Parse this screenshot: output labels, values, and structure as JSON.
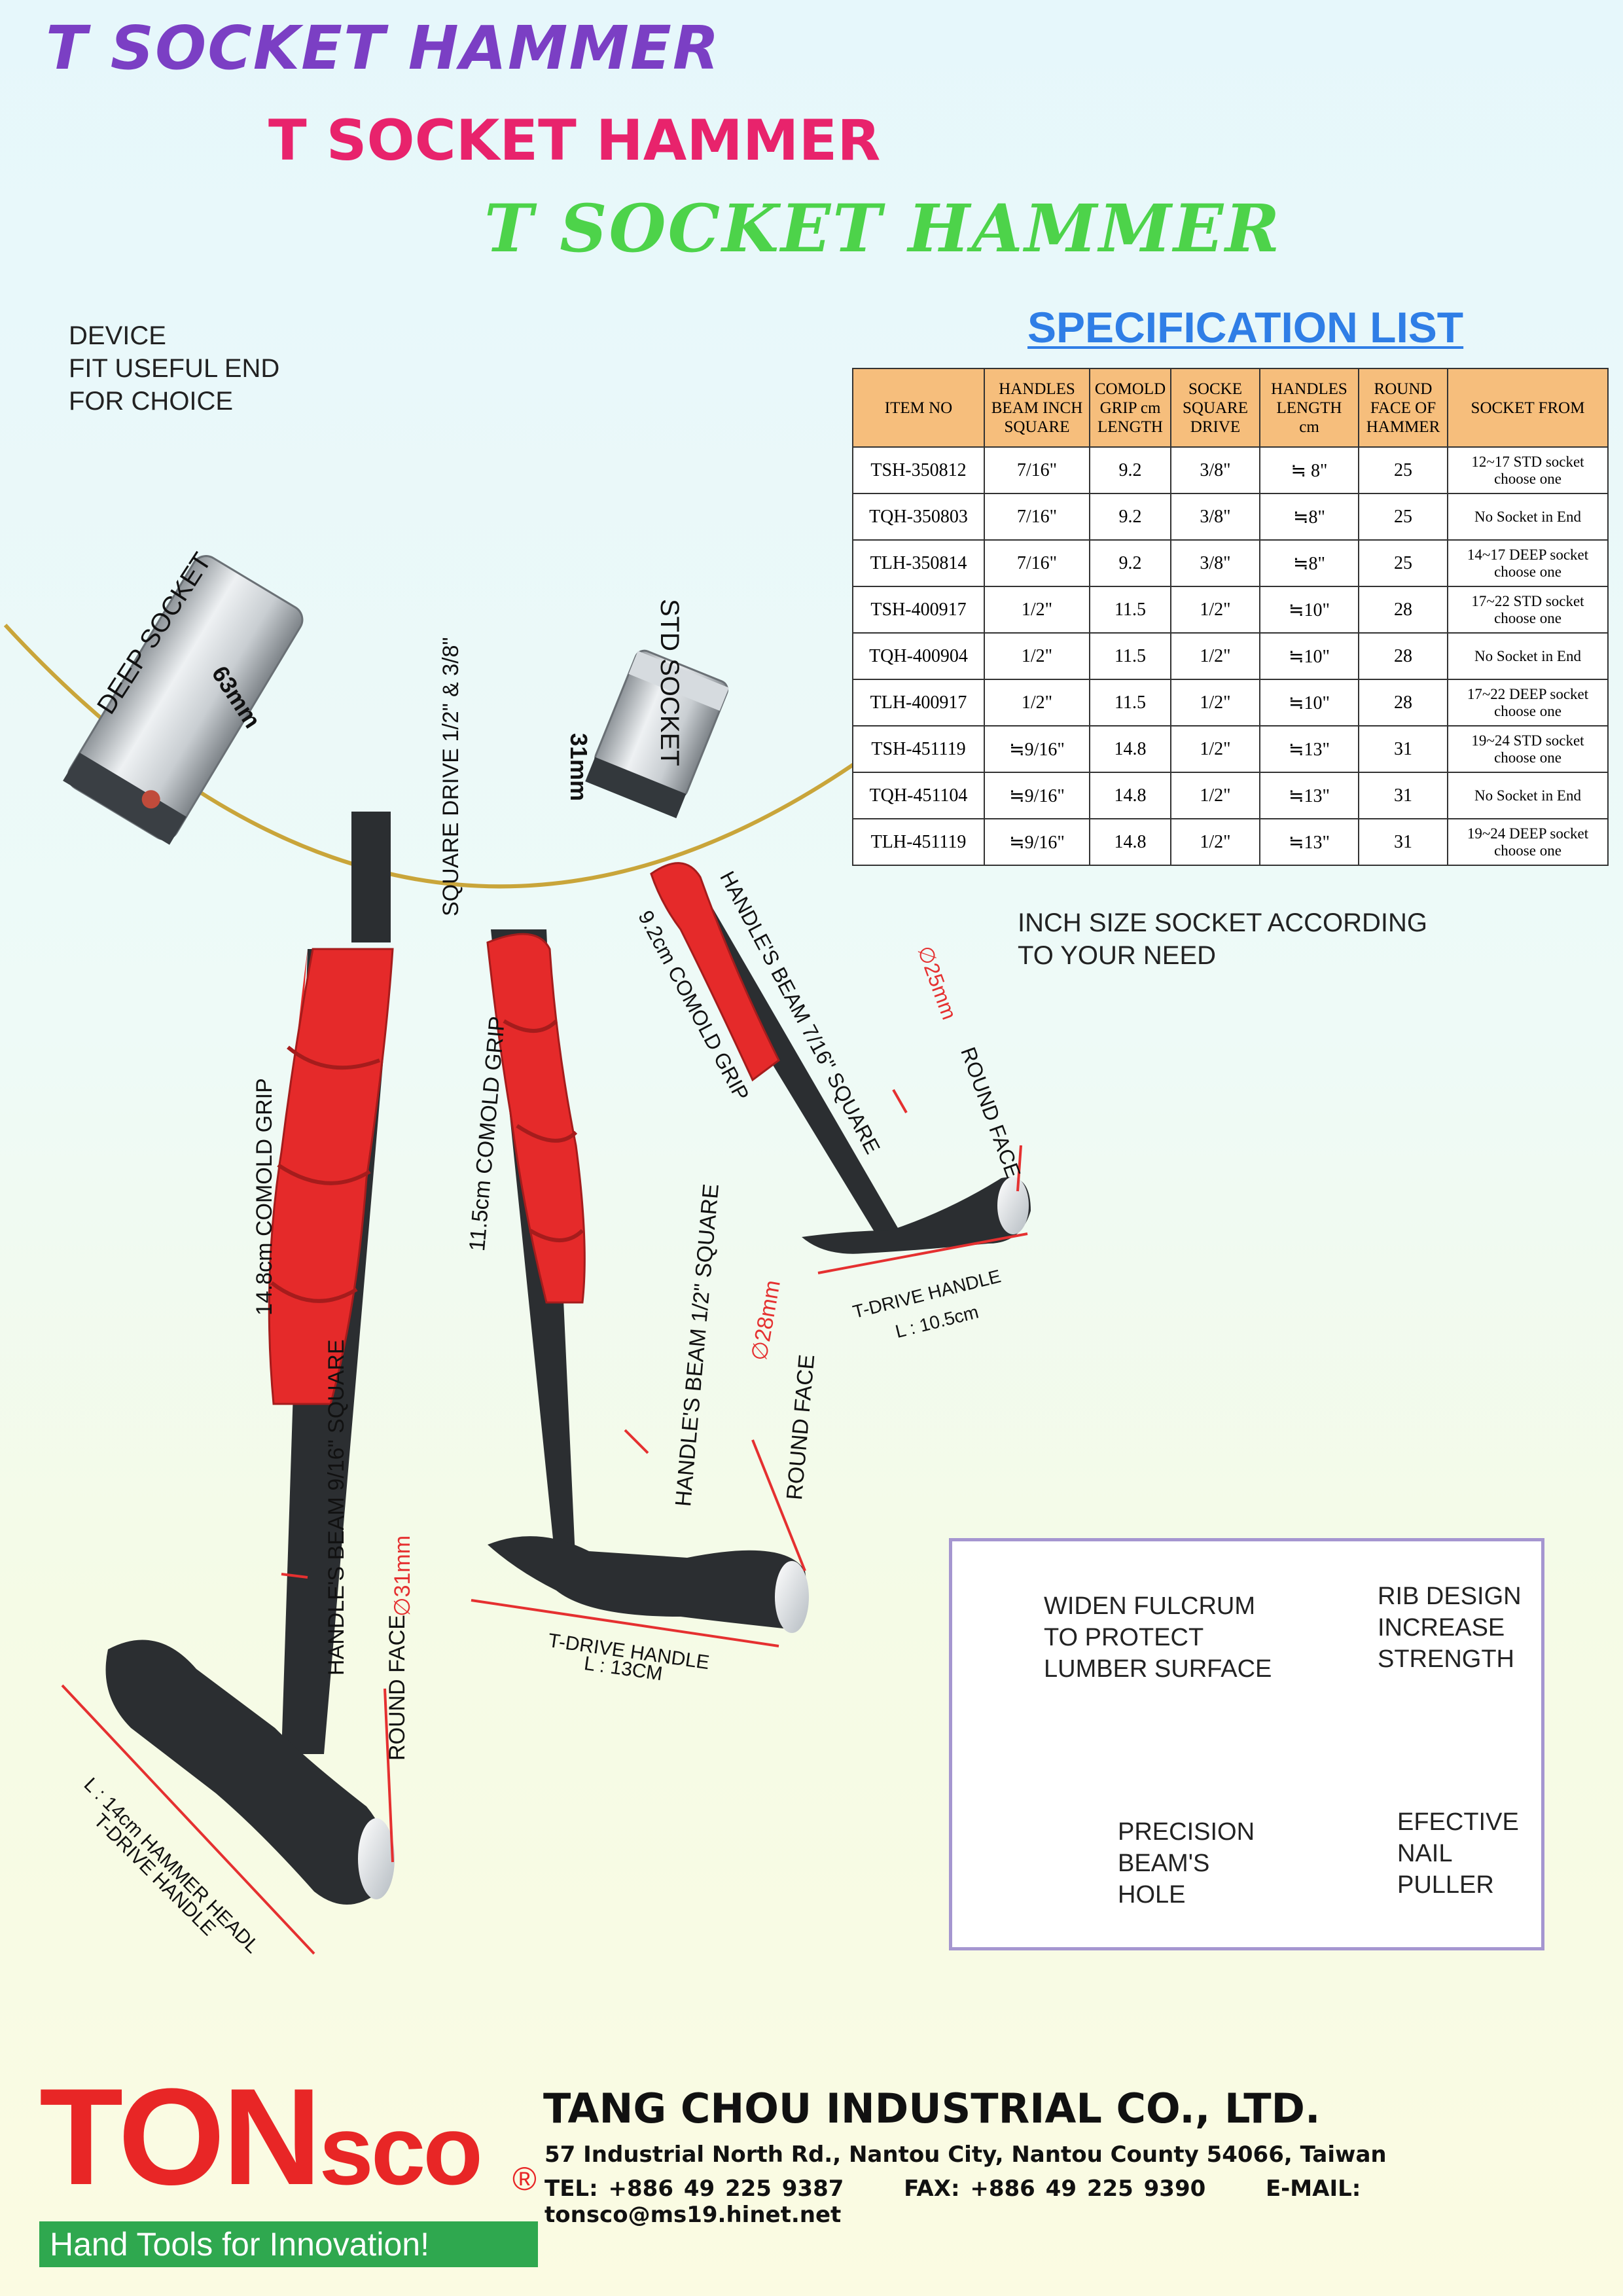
{
  "titles": [
    "T SOCKET HAMMER",
    "T SOCKET HAMMER",
    "T SOCKET HAMMER"
  ],
  "device_note": [
    "DEVICE",
    "FIT USEFUL END",
    "FOR CHOICE"
  ],
  "spec": {
    "title": "SPECIFICATION LIST",
    "headers": [
      [
        "ITEM NO"
      ],
      [
        "HANDLES",
        "BEAM INCH",
        "SQUARE"
      ],
      [
        "COMOLD",
        "GRIP cm",
        "LENGTH"
      ],
      [
        "SOCKE",
        "SQUARE",
        "DRIVE"
      ],
      [
        "HANDLES",
        "LENGTH",
        "cm"
      ],
      [
        "ROUND",
        "FACE OF",
        "HAMMER"
      ],
      [
        "SOCKET   FROM"
      ]
    ],
    "rows": [
      [
        "TSH-350812",
        "7/16\"",
        "9.2",
        "3/8\"",
        "≒ 8\"",
        "25",
        "12~17 STD socket choose one"
      ],
      [
        "TQH-350803",
        "7/16\"",
        "9.2",
        "3/8\"",
        "≒8\"",
        "25",
        "No Socket in End"
      ],
      [
        "TLH-350814",
        "7/16\"",
        "9.2",
        "3/8\"",
        "≒8\"",
        "25",
        "14~17 DEEP socket choose one"
      ],
      [
        "TSH-400917",
        "1/2\"",
        "11.5",
        "1/2\"",
        "≒10\"",
        "28",
        "17~22 STD socket choose one"
      ],
      [
        "TQH-400904",
        "1/2\"",
        "11.5",
        "1/2\"",
        "≒10\"",
        "28",
        "No Socket in End"
      ],
      [
        "TLH-400917",
        "1/2\"",
        "11.5",
        "1/2\"",
        "≒10\"",
        "28",
        "17~22 DEEP socket choose one"
      ],
      [
        "TSH-451119",
        "≒9/16\"",
        "14.8",
        "1/2\"",
        "≒13\"",
        "31",
        "19~24 STD socket choose one"
      ],
      [
        "TQH-451104",
        "≒9/16\"",
        "14.8",
        "1/2\"",
        "≒13\"",
        "31",
        "No Socket in End"
      ],
      [
        "TLH-451119",
        "≒9/16\"",
        "14.8",
        "1/2\"",
        "≒13\"",
        "31",
        "19~24 DEEP socket choose one"
      ]
    ],
    "note": [
      "INCH SIZE SOCKET ACCORDING",
      "TO YOUR NEED"
    ]
  },
  "sockets": {
    "deep": "DEEP SOCKET",
    "deep_len": "63mm",
    "drive": "SQUARE DRIVE 1/2\" & 3/8\"",
    "std": "STD SOCKET",
    "std_len": "31mm"
  },
  "hammer_large": {
    "grip": "14.8cm COMOLD GRIP",
    "beam": "HANDLE'S BEAM 9/16\" SQUARE",
    "face_label": "ROUND FACE",
    "face_size": "∅31mm",
    "head_length": "L : 14cm HAMMER HEADL",
    "head_sub": "T-DRIVE HANDLE"
  },
  "hammer_medium": {
    "grip": "11.5cm COMOLD GRIP",
    "beam": "HANDLE'S BEAM 1/2\" SQUARE",
    "face_label": "ROUND FACE",
    "face_size": "∅28mm",
    "handle": "T-DRIVE HANDLE",
    "length": "L : 13CM"
  },
  "hammer_small": {
    "grip": "9.2cm COMOLD GRIP",
    "beam": "HANDLE'S BEAM 7/16\" SQUARE",
    "face_label": "ROUND FACE",
    "face_size": "∅25mm",
    "handle": "T-DRIVE HANDLE",
    "length": "L : 10.5cm"
  },
  "inset": {
    "fulcrum": [
      "WIDEN FULCRUM",
      "TO PROTECT",
      "LUMBER SURFACE"
    ],
    "rib": [
      "RIB DESIGN",
      "INCREASE",
      "STRENGTH"
    ],
    "hole": [
      "PRECISION",
      "BEAM'S",
      "HOLE"
    ],
    "puller": [
      "EFECTIVE",
      "NAIL",
      "PULLER"
    ]
  },
  "footer": {
    "brand_a": "TON",
    "brand_b": "sco",
    "reg": "®",
    "tagline": "Hand Tools for Innovation!",
    "company": "TANG CHOU INDUSTRIAL CO., LTD.",
    "address": "57  Industrial North Rd., Nantou City, Nantou County 54066, Taiwan",
    "tel": "TEL: +886 49 225 9387",
    "fax": "FAX: +886 49 225 9390",
    "email": "E-MAIL: tonsco@ms19.hinet.net"
  },
  "colors": {
    "title1": "#7b3fc4",
    "title2": "#e8236c",
    "title3": "#4dd34a",
    "spec_title": "#2f7ee6",
    "table_header": "#f6be7c",
    "grip": "#e52a2a",
    "brand_red": "#e82626",
    "brand_green": "#2fa84f"
  }
}
